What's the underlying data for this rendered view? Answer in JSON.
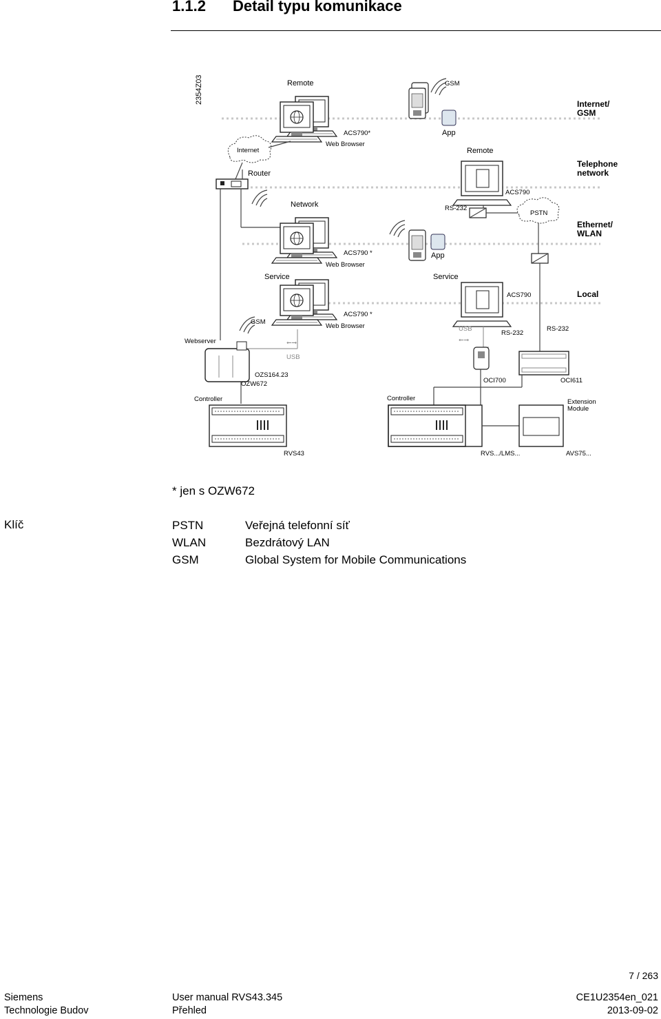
{
  "heading": {
    "number": "1.1.2",
    "title": "Detail typu komunikace"
  },
  "diagram": {
    "figure_id": "2354Z03",
    "zones": [
      "Internet/",
      "GSM",
      "Telephone",
      "network",
      "Ethernet/",
      "WLAN",
      "Local"
    ],
    "labels": {
      "remote": "Remote",
      "acs790_star": "ACS790*",
      "acs790_star_sp": "ACS790 *",
      "web_browser": "Web Browser",
      "internet": "Internet",
      "router": "Router",
      "network": "Network",
      "service": "Service",
      "gsm": "GSM",
      "webserver": "Webserver",
      "usb": "USB",
      "ozs": "OZS164.23",
      "ozw": "OZW672",
      "controller": "Controller",
      "rvs43": "RVS43",
      "app": "App",
      "rs232": "RS-232",
      "acs790": "ACS790",
      "pstn": "PSTN",
      "oci700": "OCI700",
      "oci611": "OCI611",
      "extension": "Extension",
      "module": "Module",
      "rvs_lms": "RVS.../LMS...",
      "avs75": "AVS75..."
    }
  },
  "note": "* jen s OZW672",
  "key": {
    "title": "Klíč",
    "rows": [
      {
        "abbr": "PSTN",
        "desc": "Veřejná telefonní síť"
      },
      {
        "abbr": "WLAN",
        "desc": "Bezdrátový LAN"
      },
      {
        "abbr": "GSM",
        "desc": "Global System for Mobile Communications"
      }
    ]
  },
  "footer": {
    "page": "7 / 263",
    "left": [
      "Siemens",
      "Technologie Budov"
    ],
    "center": [
      "User manual RVS43.345",
      "Přehled"
    ],
    "right": [
      "CE1U2354en_021",
      "2013-09-02"
    ]
  }
}
